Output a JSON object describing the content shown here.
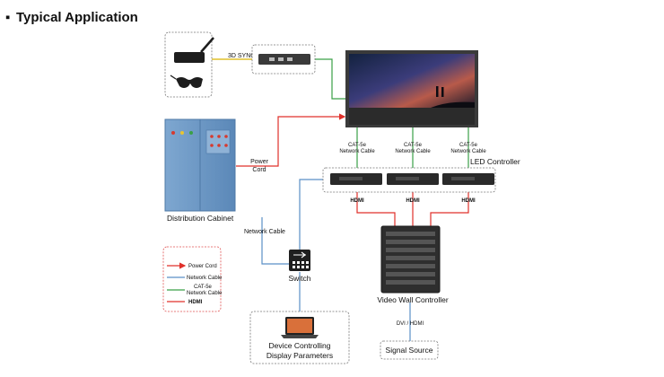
{
  "header": {
    "title": "Typical Application"
  },
  "labels": {
    "sync": "3D SYNC",
    "power_cord": [
      "Power",
      "Cord"
    ],
    "cat5e": [
      "CAT-5e",
      "Network Cable"
    ],
    "led_controller": "LED Controller",
    "hdmi": "HDMI",
    "distribution_cabinet": "Distribution Cabinet",
    "network_cable": "Network Cable",
    "switch": "Switch",
    "video_wall_controller": "Video Wall Controller",
    "dvi_hdmi": "DVI / HDMI",
    "signal_source": "Signal Source",
    "device_controlling": [
      "Device Controlling",
      "Display Parameters"
    ]
  },
  "legend": {
    "power_cord": "Power Cord",
    "network_cable": "Network Cable",
    "cat5e": [
      "CAT-5e",
      "Network Cable"
    ],
    "hdmi": "HDMI"
  },
  "colors": {
    "power": "#e0302a",
    "network": "#5b8fc6",
    "cat5e": "#3aa047",
    "hdmi": "#e0302a",
    "sync": "#d9b400",
    "cabinet": "#6d9bc8",
    "dash": "#555555"
  }
}
